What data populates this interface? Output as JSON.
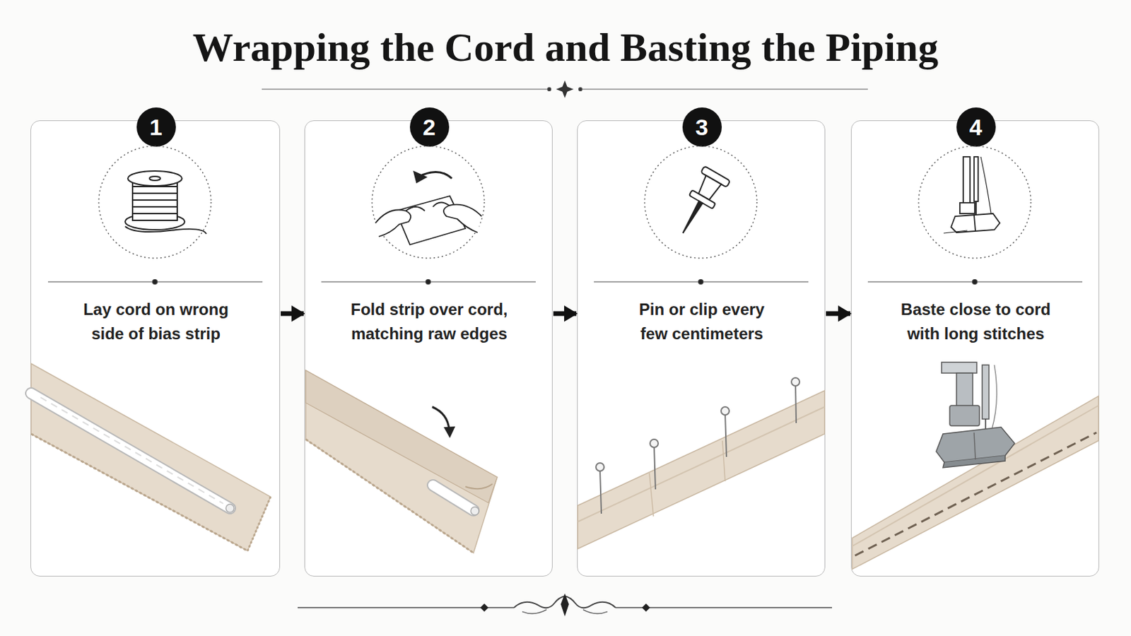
{
  "diagram": {
    "title": "Wrapping the Cord and Basting the Piping",
    "nodes": [
      {
        "text": [
          "1",
          "Lay cord on wrong side of bias strip"
        ]
      },
      {
        "text": [
          "2",
          "Fold strip over cord, matching raw edges"
        ]
      },
      {
        "text": [
          "3",
          "Pin or clip every few centimeters"
        ]
      },
      {
        "text": [
          "4",
          "Baste close to cord with long stitches"
        ]
      }
    ],
    "edges": [
      {
        "from": 0,
        "to": 1,
        "arrow": "to"
      },
      {
        "from": 1,
        "to": 2,
        "arrow": "to"
      },
      {
        "from": 2,
        "to": 3,
        "arrow": "to"
      }
    ]
  }
}
